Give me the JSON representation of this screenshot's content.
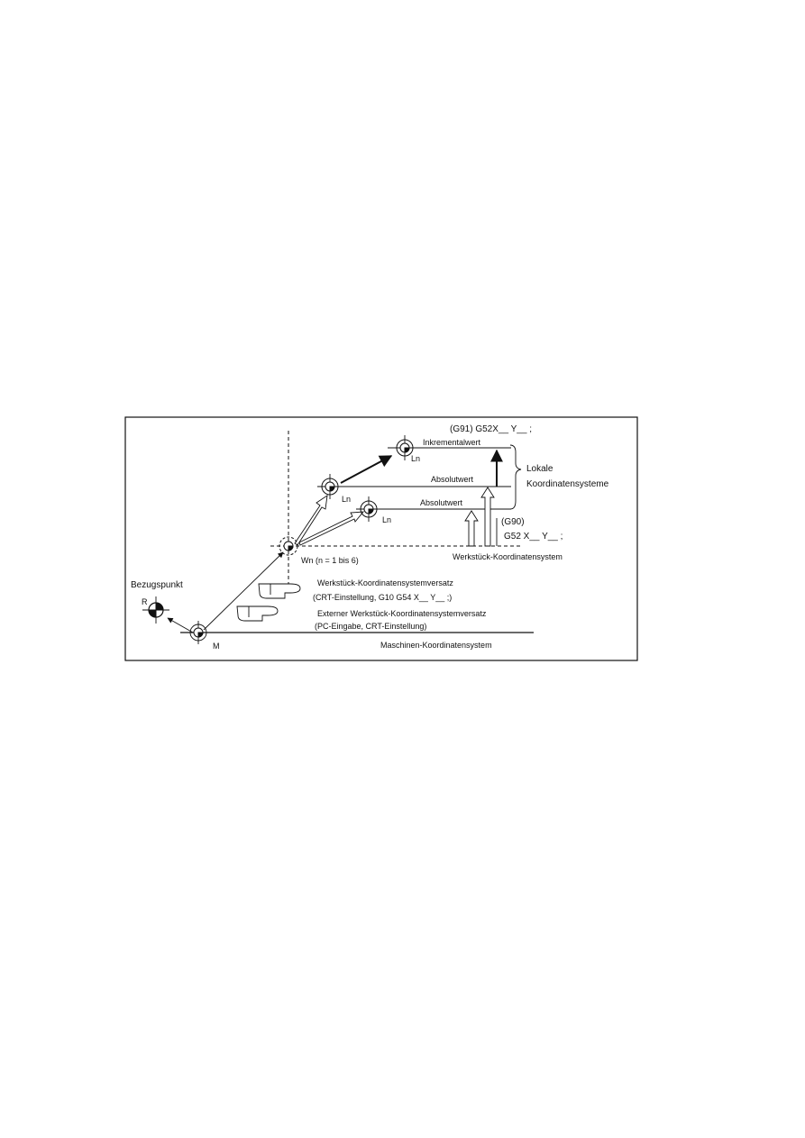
{
  "labels": {
    "g91_cmd": "(G91) G52X__ Y__ ;",
    "inkrementalwert": "Inkrementalwert",
    "ln_top": "Ln",
    "absolutwert_upper": "Absolutwert",
    "ln_mid": "Ln",
    "lokale": "Lokale",
    "koordinatensysteme": "Koordinatensysteme",
    "absolutwert_lower": "Absolutwert",
    "ln_low": "Ln",
    "g90": "(G90)",
    "g52_cmd": "G52 X__ Y__ ;",
    "wn": "Wn (n = 1 bis 6)",
    "werkstueck_ks": "Werkstück-Koordinatensystem",
    "bezugspunkt": "Bezugspunkt",
    "r": "R",
    "werkstueck_versatz": "Werkstück-Koordinatensystemversatz",
    "crt_g10": "(CRT-Einstellung, G10 G54 X__ Y__ ;)",
    "externer_versatz": "Externer Werkstück-Koordinatensystemversatz",
    "pc_eingabe": "(PC-Eingabe, CRT-Einstellung)",
    "m": "M",
    "maschinen_ks": "Maschinen-Koordinatensystem"
  }
}
